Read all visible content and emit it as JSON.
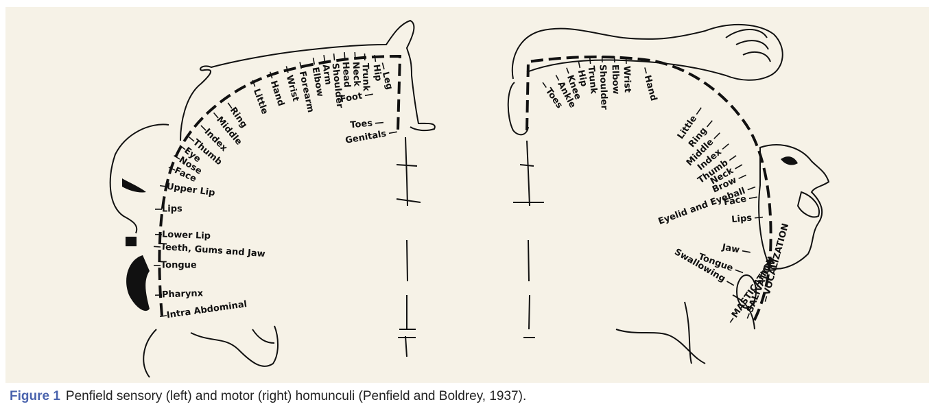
{
  "figure": {
    "label": "Figure 1",
    "caption": "Penfield sensory (left) and motor (right) homunculi (Penfield and Boldrey, 1937)."
  },
  "sensory": {
    "arc_labels": [
      "Little",
      "Hand",
      "Wrist",
      "Forearm",
      "Elbow",
      "Arm",
      "Shoulder",
      "Head",
      "Neck",
      "Trunk",
      "Hip",
      "Leg"
    ],
    "side_labels": [
      "Foot",
      "Toes",
      "Genitals"
    ],
    "inner_labels": [
      "Ring",
      "Middle",
      "Index",
      "Thumb",
      "Eye",
      "Nose",
      "Face",
      "Upper Lip",
      "Lips",
      "Lower Lip",
      "Teeth, Gums and Jaw",
      "Tongue",
      "Pharynx",
      "Intra Abdominal"
    ]
  },
  "motor": {
    "arc_labels": [
      "Toes",
      "Ankle",
      "Knee",
      "Hip",
      "Trunk",
      "Shoulder",
      "Elbow",
      "Wrist",
      "Hand"
    ],
    "right_labels": [
      "Little",
      "Ring",
      "Middle",
      "Index",
      "Thumb",
      "Neck",
      "Brow",
      "Eyelid and Eyeball",
      "Face",
      "Lips",
      "Jaw",
      "Tongue",
      "Swallowing"
    ],
    "vertical_labels": [
      "VOCALIZATION",
      "SALIVATION",
      "MASTICATION"
    ]
  }
}
